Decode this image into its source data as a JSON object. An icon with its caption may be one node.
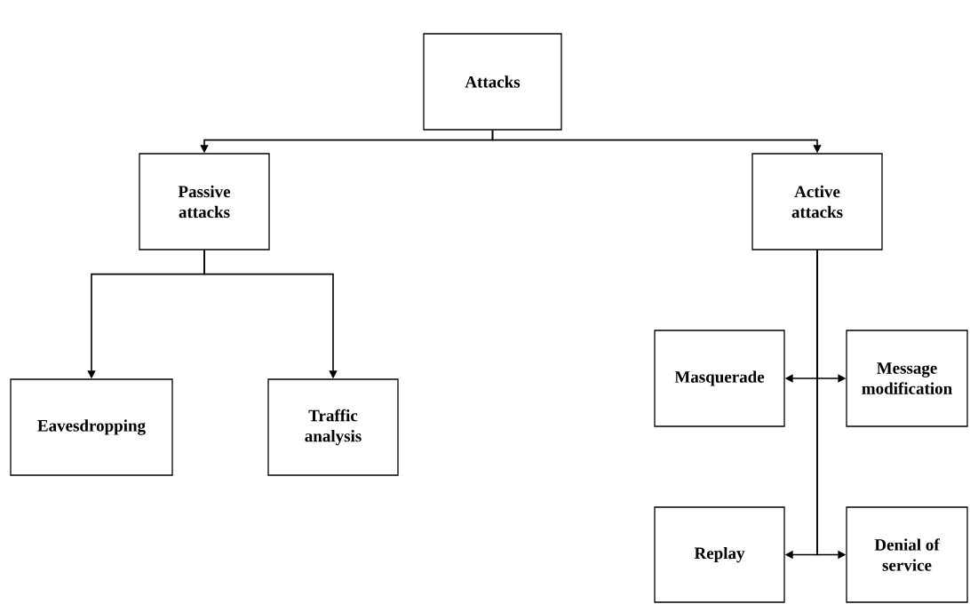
{
  "diagram": {
    "nodes": [
      {
        "text": [
          "Attacks"
        ]
      },
      {
        "text": [
          "Passive attacks"
        ]
      },
      {
        "text": [
          "Active attacks"
        ]
      },
      {
        "text": [
          "Eavesdropping"
        ]
      },
      {
        "text": [
          "Traffic analysis"
        ]
      },
      {
        "text": [
          "Masquerade"
        ]
      },
      {
        "text": [
          "Message modification"
        ]
      },
      {
        "text": [
          "Replay"
        ]
      },
      {
        "text": [
          "Denial of service"
        ]
      }
    ],
    "edges": [
      {
        "from": 0,
        "to": 1,
        "arrow": "to"
      },
      {
        "from": 0,
        "to": 2,
        "arrow": "to"
      },
      {
        "from": 1,
        "to": 3,
        "arrow": "to"
      },
      {
        "from": 1,
        "to": 4,
        "arrow": "to"
      },
      {
        "from": 2,
        "to": 5,
        "arrow": "to"
      },
      {
        "from": 2,
        "to": 6,
        "arrow": "to"
      },
      {
        "from": 2,
        "to": 7,
        "arrow": "to"
      },
      {
        "from": 2,
        "to": 8,
        "arrow": "to"
      }
    ]
  }
}
